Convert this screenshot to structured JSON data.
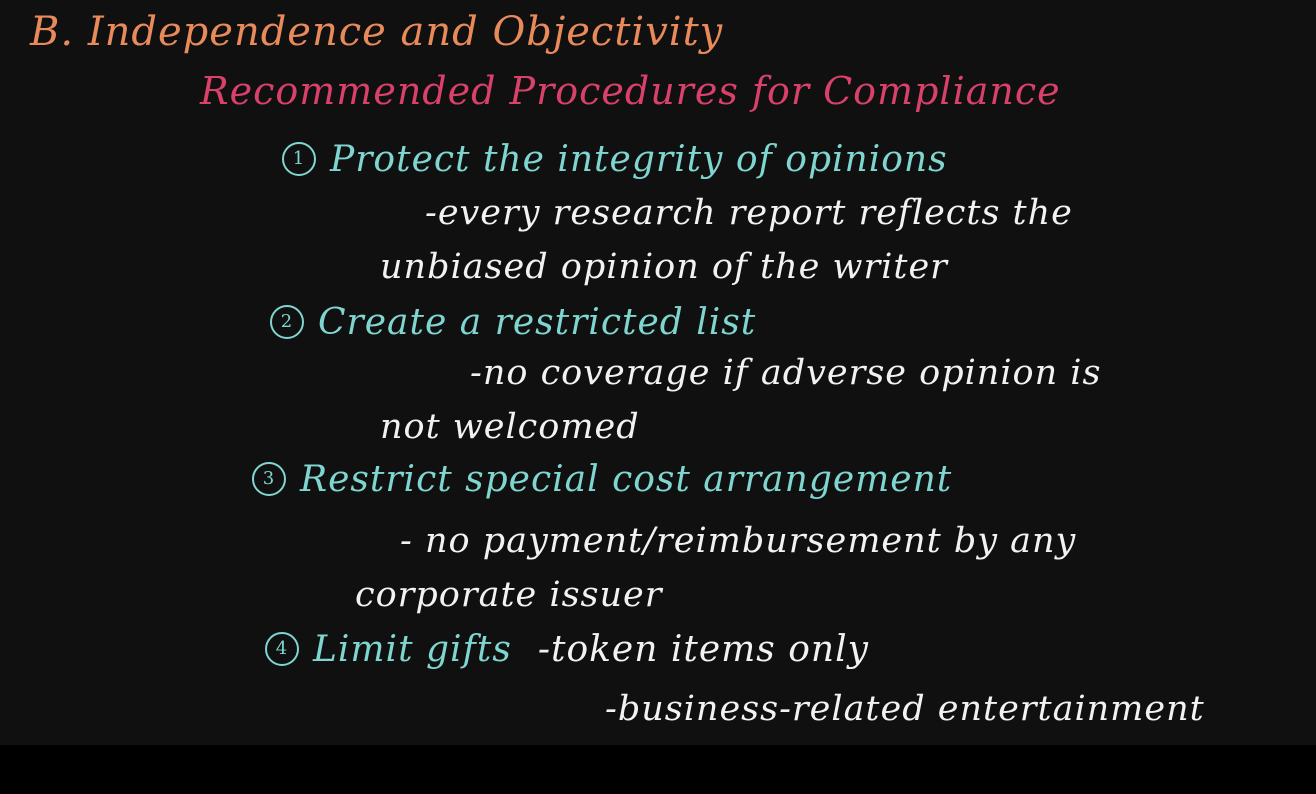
{
  "header": {
    "title": "B. Independence and Objectivity",
    "subtitle": "Recommended Procedures for Compliance"
  },
  "items": [
    {
      "number": "1",
      "heading": "Protect the integrity of opinions",
      "notes": [
        "-every research report reflects the",
        "unbiased opinion of the writer"
      ]
    },
    {
      "number": "2",
      "heading": "Create a restricted list",
      "notes": [
        "-no coverage if adverse opinion is",
        "not welcomed"
      ]
    },
    {
      "number": "3",
      "heading": "Restrict special cost arrangement",
      "notes": [
        "- no payment/reimbursement by any",
        "corporate issuer"
      ]
    },
    {
      "number": "4",
      "heading": "Limit gifts",
      "inline_note": "-token items only",
      "notes": [
        "-business-related entertainment"
      ]
    }
  ],
  "colors": {
    "background": "#101010",
    "title": "#e88a5a",
    "subtitle": "#d9406a",
    "headings": "#7fd6d0",
    "notes": "#f2f2f2"
  }
}
